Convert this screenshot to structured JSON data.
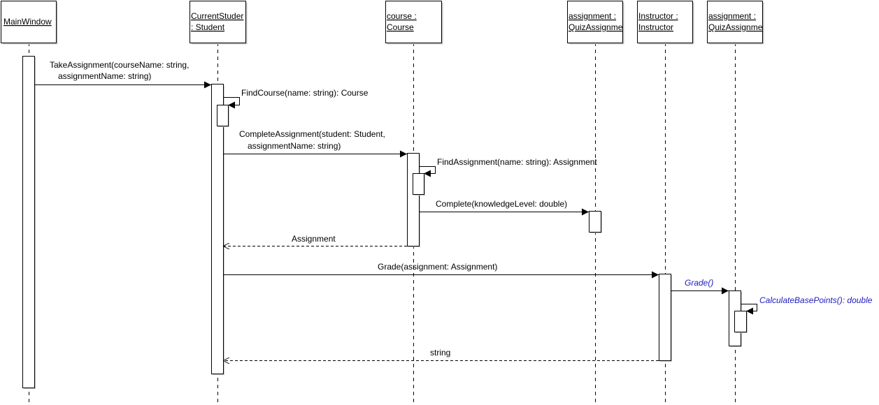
{
  "colors": {
    "line": "#000000",
    "background": "#ffffff",
    "async_text": "#2020c0"
  },
  "participants": [
    {
      "id": "mainwindow",
      "lines": [
        "MainWindow"
      ]
    },
    {
      "id": "currentstudent",
      "lines": [
        "CurrentStuder",
        ": Student"
      ]
    },
    {
      "id": "course",
      "lines": [
        "course :",
        "Course"
      ]
    },
    {
      "id": "assignment1",
      "lines": [
        "assignment :",
        "QuizAssignme"
      ]
    },
    {
      "id": "instructor",
      "lines": [
        "Instructor :",
        "Instructor"
      ]
    },
    {
      "id": "assignment2",
      "lines": [
        "assignment :",
        "QuizAssignme"
      ]
    }
  ],
  "messages": [
    {
      "id": "take-assignment",
      "kind": "call",
      "from": "mainwindow",
      "to": "currentstudent",
      "lines": [
        "TakeAssignment(courseName: string,",
        "assignmentName: string)"
      ]
    },
    {
      "id": "find-course",
      "kind": "self",
      "from": "currentstudent",
      "to": "currentstudent",
      "lines": [
        "FindCourse(name: string): Course"
      ]
    },
    {
      "id": "complete-assignment",
      "kind": "call",
      "from": "currentstudent",
      "to": "course",
      "lines": [
        "CompleteAssignment(student: Student,",
        "assignmentName: string)"
      ]
    },
    {
      "id": "find-assignment",
      "kind": "self",
      "from": "course",
      "to": "course",
      "lines": [
        "FindAssignment(name: string): Assignment"
      ]
    },
    {
      "id": "complete",
      "kind": "call",
      "from": "course",
      "to": "assignment1",
      "lines": [
        "Complete(knowledgeLevel: double)"
      ]
    },
    {
      "id": "return-assignment",
      "kind": "return",
      "from": "course",
      "to": "currentstudent",
      "lines": [
        "Assignment"
      ]
    },
    {
      "id": "grade-assignment",
      "kind": "call",
      "from": "currentstudent",
      "to": "instructor",
      "lines": [
        "Grade(assignment: Assignment)"
      ]
    },
    {
      "id": "grade",
      "kind": "async-call",
      "from": "instructor",
      "to": "assignment2",
      "lines": [
        "Grade()"
      ]
    },
    {
      "id": "calculate-base-points",
      "kind": "async-self",
      "from": "assignment2",
      "to": "assignment2",
      "lines": [
        "CalculateBasePoints(): double"
      ]
    },
    {
      "id": "return-string",
      "kind": "return",
      "from": "instructor",
      "to": "currentstudent",
      "lines": [
        "string"
      ]
    }
  ]
}
